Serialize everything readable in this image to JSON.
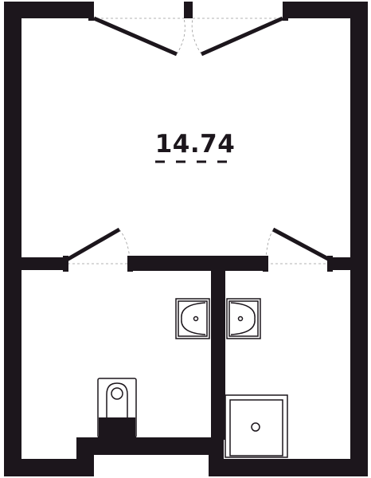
{
  "plan": {
    "rooms": [
      {
        "id": "main-room",
        "area": "14.74"
      },
      {
        "id": "left-bathroom",
        "fixtures": [
          "sink",
          "toilet"
        ]
      },
      {
        "id": "right-bathroom",
        "fixtures": [
          "sink",
          "shower-tray"
        ]
      }
    ],
    "colors": {
      "wall": "#1c161c",
      "background": "#ffffff",
      "swing_lines": "#9a9a9a"
    }
  }
}
